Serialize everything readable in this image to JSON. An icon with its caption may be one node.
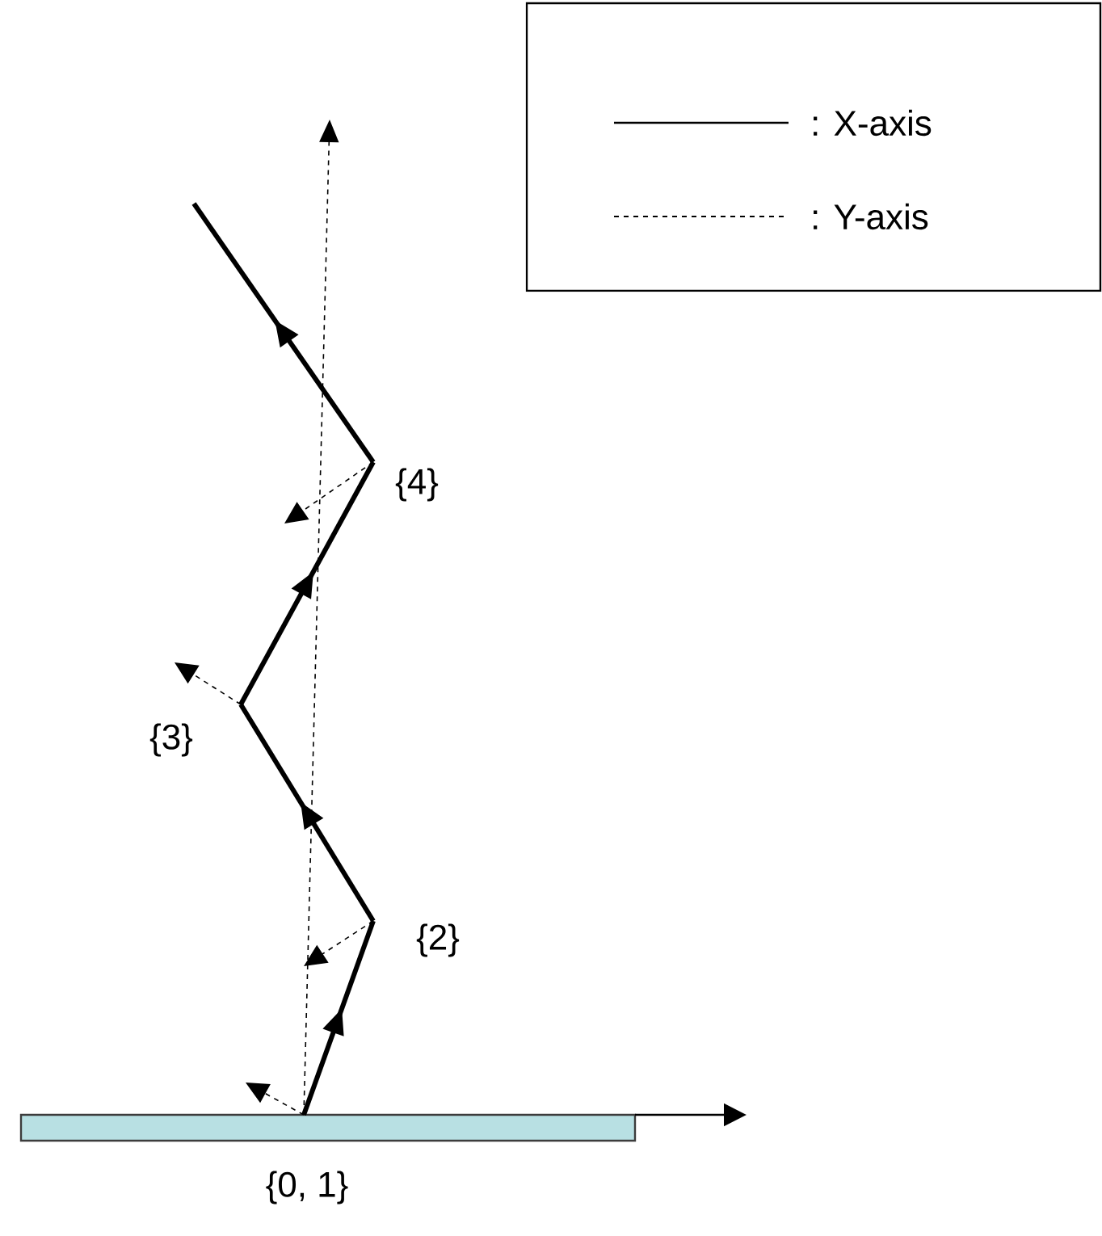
{
  "diagram": {
    "labels": [
      "{4}",
      "{3}",
      "{2}",
      "{0, 1}"
    ],
    "legend": [
      {
        "text": ": X-axis"
      },
      {
        "text": ": Y-axis"
      }
    ]
  }
}
